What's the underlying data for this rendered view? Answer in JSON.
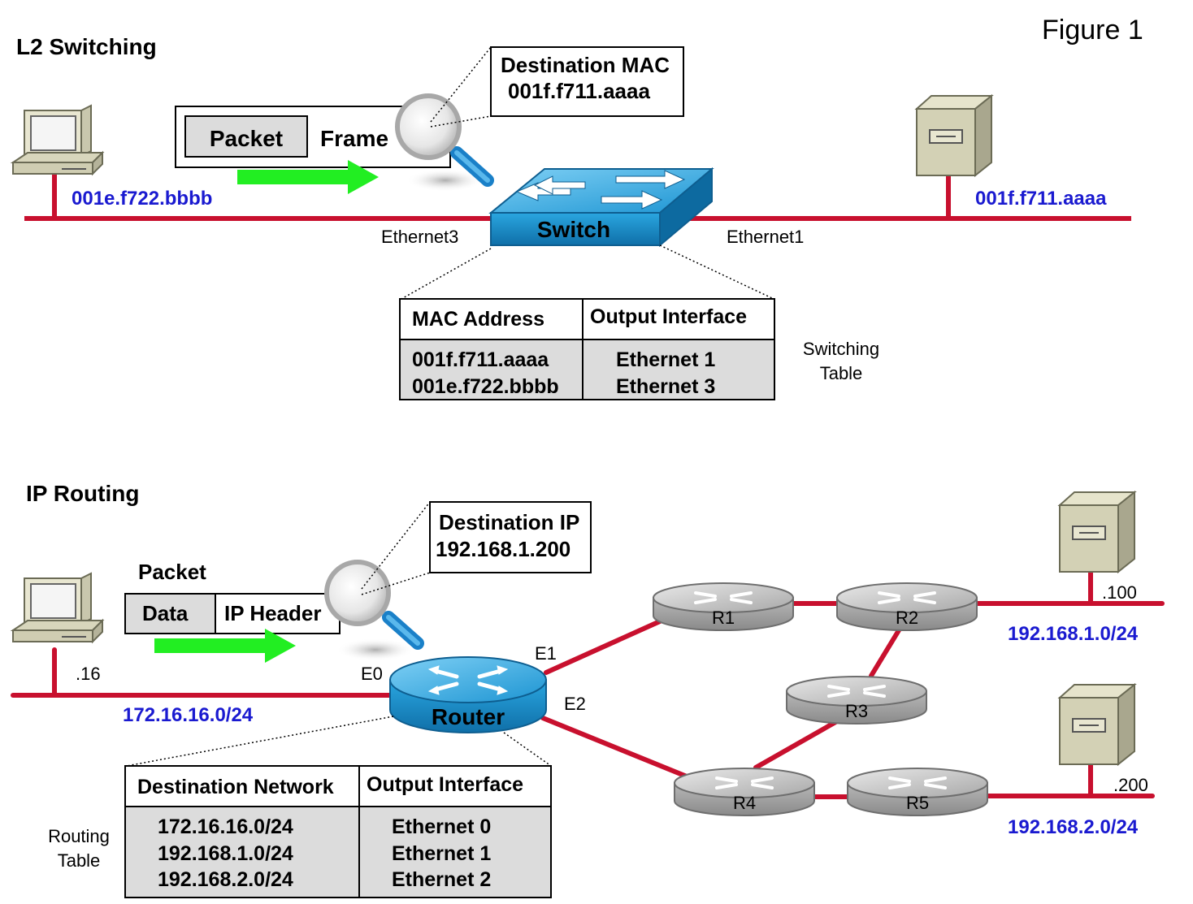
{
  "figure_label": "Figure 1",
  "l2": {
    "title": "L2 Switching",
    "frame": {
      "packet_label": "Packet",
      "frame_label": "Frame"
    },
    "callout": {
      "line1": "Destination MAC",
      "line2": "001f.f711.aaaa"
    },
    "host_mac": "001e.f722.bbbb",
    "server_mac": "001f.f711.aaaa",
    "switch_label": "Switch",
    "port_left": "Ethernet3",
    "port_right": "Ethernet1",
    "table": {
      "headers": [
        "MAC Address",
        "Output Interface"
      ],
      "rows": [
        [
          "001f.f711.aaaa",
          "Ethernet 1"
        ],
        [
          "001e.f722.bbbb",
          "Ethernet 3"
        ]
      ],
      "caption_line1": "Switching",
      "caption_line2": "Table"
    }
  },
  "ip": {
    "title": "IP Routing",
    "packet_label": "Packet",
    "packet_fields": {
      "data": "Data",
      "header": "IP Header"
    },
    "callout": {
      "line1": "Destination IP",
      "line2": "192.168.1.200"
    },
    "host_ip": ".16",
    "left_network": "172.16.16.0/24",
    "router_label": "Router",
    "router_ports": {
      "e0": "E0",
      "e1": "E1",
      "e2": "E2"
    },
    "routers": [
      "R1",
      "R2",
      "R3",
      "R4",
      "R5"
    ],
    "server1_ip": ".100",
    "server1_network": "192.168.1.0/24",
    "server2_ip": ".200",
    "server2_network": "192.168.2.0/24",
    "table": {
      "headers": [
        "Destination Network",
        "Output Interface"
      ],
      "rows": [
        [
          "172.16.16.0/24",
          "Ethernet 0"
        ],
        [
          "192.168.1.0/24",
          "Ethernet 1"
        ],
        [
          "192.168.2.0/24",
          "Ethernet 2"
        ]
      ],
      "caption_line1": "Routing",
      "caption_line2": "Table"
    }
  },
  "colors": {
    "link": "#c8102e",
    "address": "#1a1ad0",
    "arrow": "#22ee22",
    "device_blue": "#1a9ad8"
  }
}
